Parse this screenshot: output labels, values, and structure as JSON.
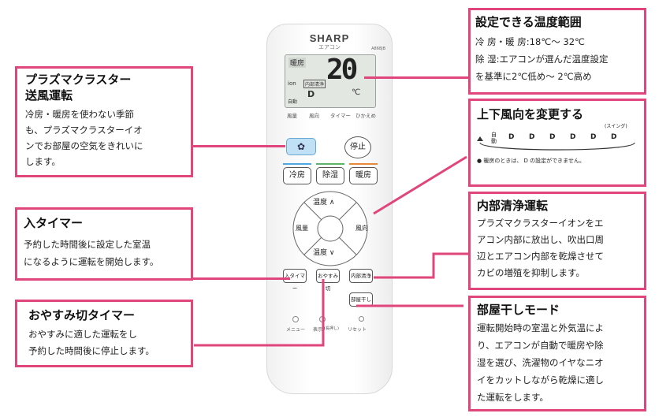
{
  "remote": {
    "brand": "SHARP",
    "subtitle": "エアコン",
    "model": "A868JB",
    "display": {
      "mode": "暖房",
      "temp": "20",
      "unit": "℃",
      "sub1": "ion",
      "sub2": "内部清浄",
      "sub3": "自動",
      "vane": "D"
    },
    "display_labels": [
      "風量",
      "風向",
      "タイマー",
      "ひかえめ"
    ],
    "buttons": {
      "plasma": "✿",
      "stop": "停止",
      "cool": "冷房",
      "dry": "除湿",
      "heat": "暖房",
      "temp_up": "温度 ∧",
      "temp_down": "温度 ∨",
      "fan": "風量",
      "swing": "風向",
      "on_timer": "入タイマー",
      "sleep_timer": "おやすみ切",
      "internal_clean": "内部清浄",
      "room_dry": "部屋干し",
      "menu": "メニュー",
      "display": "表示",
      "reset": "リセット",
      "hold_note": "(長押し)"
    },
    "colors": {
      "plasma_btn": "#bfe0f5",
      "cool": "#4ea7e0",
      "dry": "#5fb26a",
      "heat": "#e8893a"
    }
  },
  "callouts": {
    "temp_range": {
      "title": "設定できる温度範囲",
      "lines": [
        "冷 房・暖 房:18℃～ 32℃",
        "除 湿:エアコンが選んだ温度設定",
        "を基準に2℃低め～ 2℃高め"
      ]
    },
    "plasma": {
      "title_lines": [
        "プラズマクラスター",
        "送風運転"
      ],
      "lines": [
        "冷房・暖房を使わない季節",
        "も、プラズマクラスターイオ",
        "ンでお部屋の空気をきれいに",
        "します。"
      ]
    },
    "vane": {
      "title": "上下風向を変更する",
      "seq_start": "自動",
      "seq_positions": [
        "D",
        "D",
        "D",
        "D",
        "D",
        "D"
      ],
      "swing_label": "(スイング)",
      "note": "● 暖房のときは、 D の設定ができません。"
    },
    "internal": {
      "title": "内部清浄運転",
      "lines": [
        "プラズマクラスターイオンをエ",
        "アコン内部に放出し、吹出口周",
        "辺とエアコン内部を乾燥させて",
        "カビの増殖を抑制します。"
      ]
    },
    "on_timer": {
      "title": "入タイマー",
      "lines": [
        "予約した時間後に設定した室温",
        "になるように運転を開始します。"
      ]
    },
    "sleep_timer": {
      "title": "おやすみ切タイマー",
      "lines": [
        "おやすみに適した運転をし",
        "予約した時間後に停止します。"
      ]
    },
    "room_dry": {
      "title": "部屋干しモード",
      "lines": [
        "運転開始時の室温と外気温によ",
        "り、エアコンが自動で暖房や除",
        "湿を選び、洗濯物のイヤなニオ",
        "イをカットしながら乾燥に適し",
        "た運転をします。"
      ]
    }
  }
}
